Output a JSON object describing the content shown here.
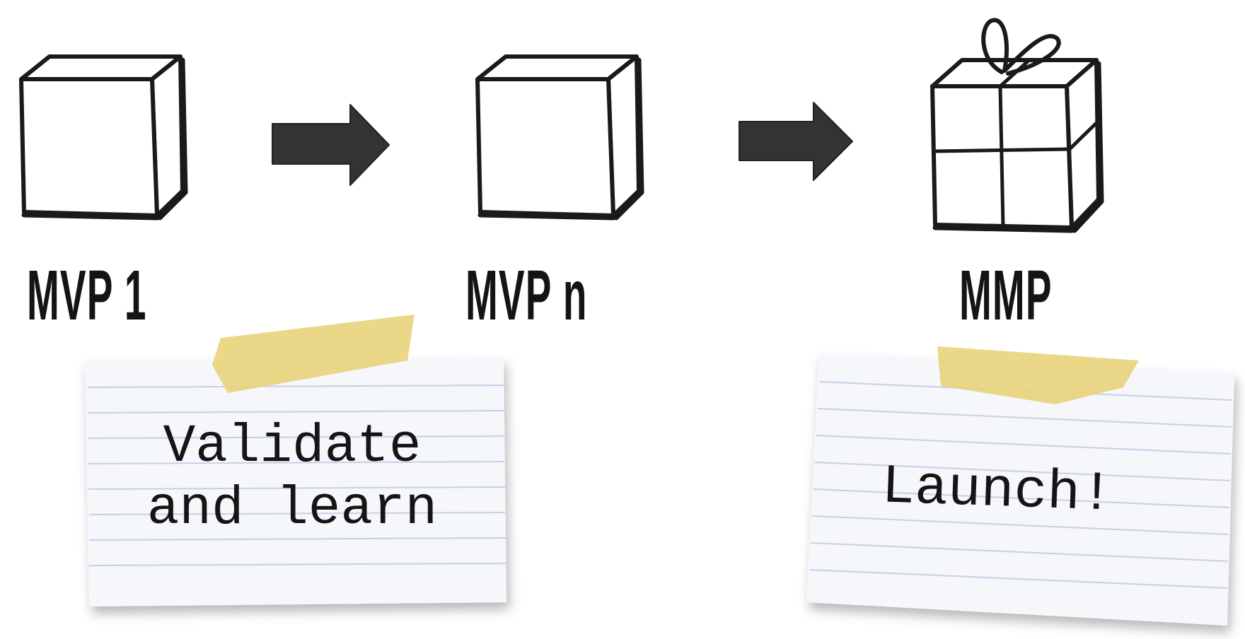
{
  "stages": [
    {
      "id": "mvp1",
      "label": "MVP 1",
      "icon": "cube-icon"
    },
    {
      "id": "mvpn",
      "label": "MVP n",
      "icon": "cube-icon"
    },
    {
      "id": "mmp",
      "label": "MMP",
      "icon": "gift-box-icon"
    }
  ],
  "arrows": [
    {
      "from": "mvp1",
      "to": "mvpn",
      "icon": "right-arrow-icon"
    },
    {
      "from": "mvpn",
      "to": "mmp",
      "icon": "right-arrow-icon"
    }
  ],
  "notes": [
    {
      "attached_to": "mvp1-to-mvpn",
      "text": "Validate\nand learn"
    },
    {
      "attached_to": "mmp",
      "text": "Launch!"
    }
  ],
  "colors": {
    "ink": "#1a1a1a",
    "arrow_fill": "#333333",
    "tape": "#e8d37a",
    "card": "#f6f7fb",
    "card_rule": "#c9cfe6",
    "background": "#ffffff"
  }
}
